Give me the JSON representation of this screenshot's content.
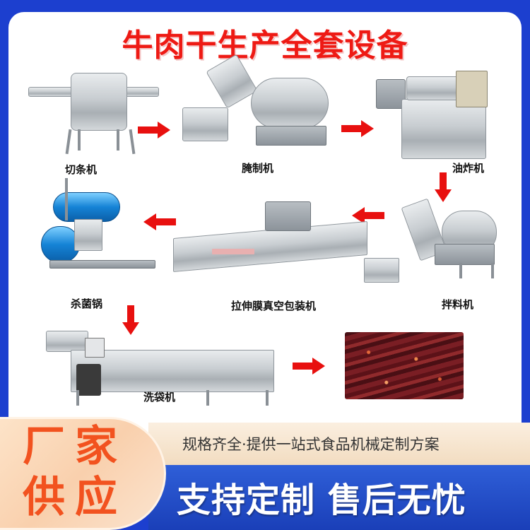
{
  "title": "牛肉干生产全套设备",
  "colors": {
    "background_blue": "#1c3fcf",
    "title_red": "#ee1a14",
    "arrow_red": "#e8100f",
    "badge_orange": "#f2521f",
    "banner_blue": "#1a3fb8",
    "banner_cream": "#f2dcc0"
  },
  "process_steps": [
    {
      "label": "切条机",
      "order": 1
    },
    {
      "label": "腌制机",
      "order": 2
    },
    {
      "label": "油炸机",
      "order": 3
    },
    {
      "label": "拌料机",
      "order": 4
    },
    {
      "label": "拉伸膜真空包装机",
      "order": 5
    },
    {
      "label": "杀菌锅",
      "order": 6
    },
    {
      "label": "洗袋机",
      "order": 7
    }
  ],
  "final_product": "beef-jerky-photo",
  "arrows": [
    "right",
    "right",
    "down",
    "left",
    "left",
    "down",
    "right"
  ],
  "banner": {
    "badge_line1": "厂家",
    "badge_line2": "供应",
    "sub_slogan": "规格齐全·提供一站式食品机械定制方案",
    "main_slogan": "支持定制 售后无忧"
  }
}
